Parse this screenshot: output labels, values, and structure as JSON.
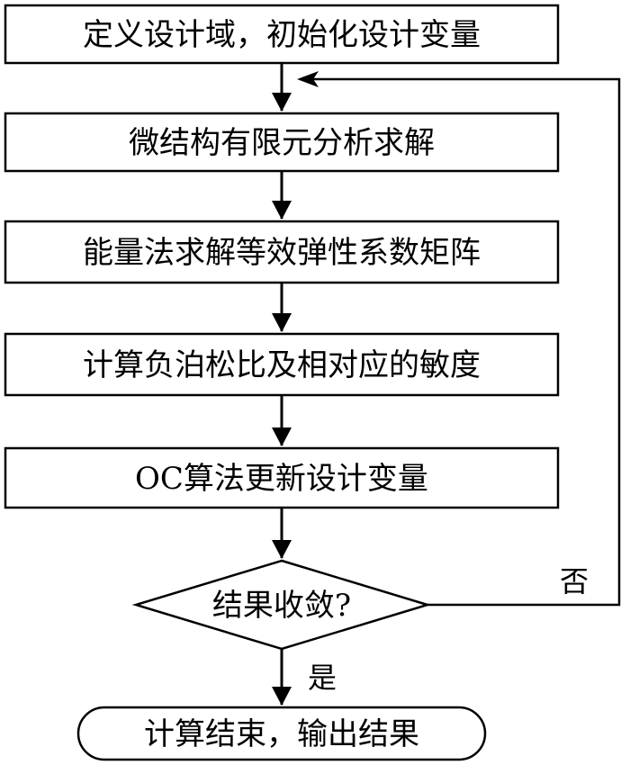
{
  "flowchart": {
    "steps": [
      {
        "label": "定义设计域，初始化设计变量"
      },
      {
        "label": "微结构有限元分析求解"
      },
      {
        "label": "能量法求解等效弹性系数矩阵"
      },
      {
        "label": "计算负泊松比及相对应的敏度"
      },
      {
        "label": "OC算法更新设计变量"
      }
    ],
    "decision": {
      "label": "结果收敛?"
    },
    "terminal": {
      "label": "计算结束，输出结果"
    },
    "edge_labels": {
      "no": "否",
      "yes": "是"
    }
  }
}
